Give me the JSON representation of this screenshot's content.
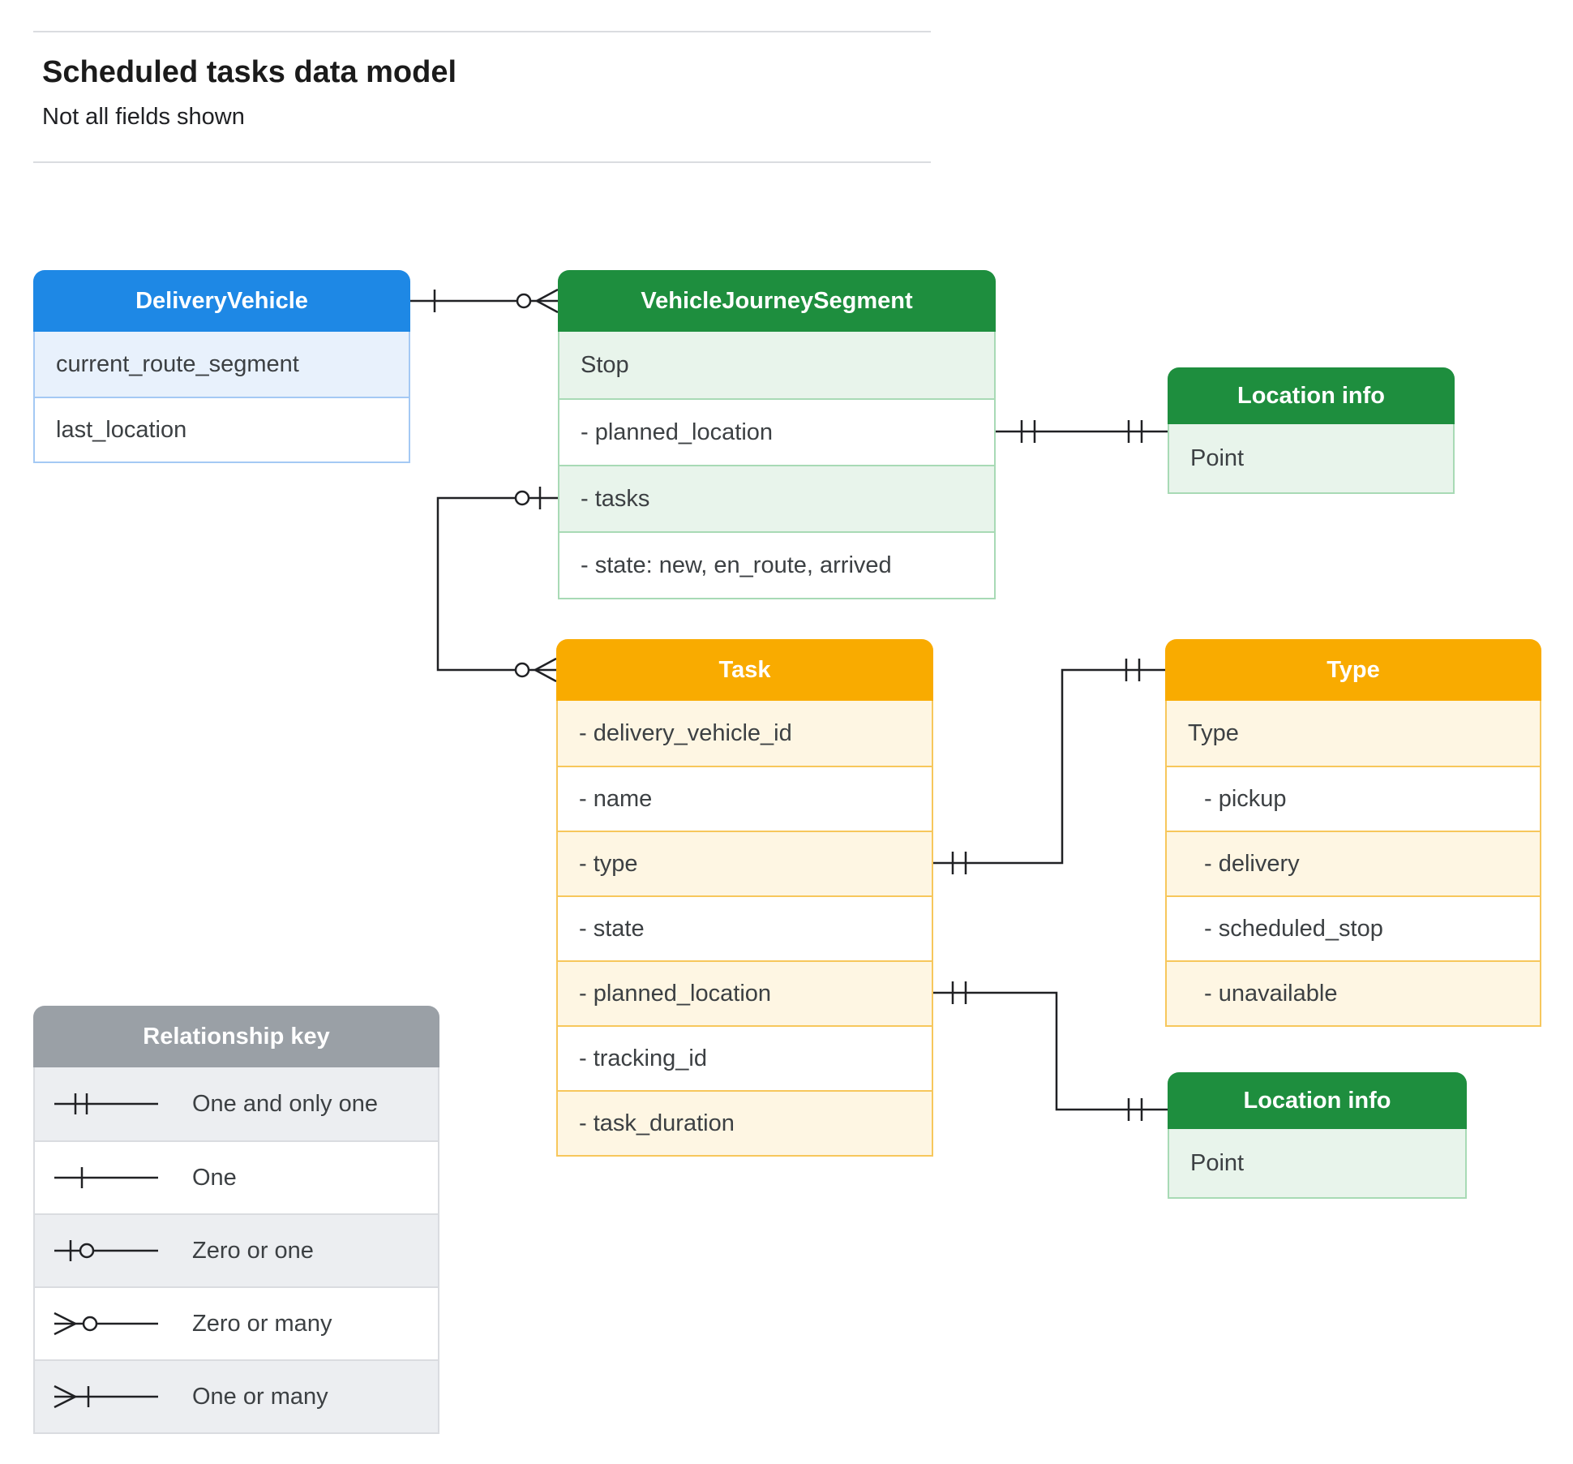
{
  "page": {
    "title": "Scheduled tasks data model",
    "subtitle": "Not all fields shown"
  },
  "entities": {
    "delivery_vehicle": {
      "title": "DeliveryVehicle",
      "fields": [
        "current_route_segment",
        "last_location"
      ]
    },
    "vehicle_journey_segment": {
      "title": "VehicleJourneySegment",
      "fields": [
        "Stop",
        "- planned_location",
        "- tasks",
        "- state: new, en_route, arrived"
      ]
    },
    "location_info_top": {
      "title": "Location info",
      "fields": [
        "Point"
      ]
    },
    "task": {
      "title": "Task",
      "fields": [
        "- delivery_vehicle_id",
        "- name",
        "- type",
        "- state",
        "- planned_location",
        "- tracking_id",
        "- task_duration"
      ]
    },
    "type": {
      "title": "Type",
      "fields": [
        "Type",
        "- pickup",
        "- delivery",
        "- scheduled_stop",
        "- unavailable"
      ]
    },
    "location_info_bottom": {
      "title": "Location info",
      "fields": [
        "Point"
      ]
    }
  },
  "legend": {
    "title": "Relationship key",
    "items": [
      {
        "symbol": "one-and-only-one",
        "label": "One and only one"
      },
      {
        "symbol": "one",
        "label": "One"
      },
      {
        "symbol": "zero-or-one",
        "label": "Zero or one"
      },
      {
        "symbol": "zero-or-many",
        "label": "Zero or many"
      },
      {
        "symbol": "one-or-many",
        "label": "One or many"
      }
    ]
  },
  "relationships": [
    {
      "from": "DeliveryVehicle",
      "to": "VehicleJourneySegment",
      "from_cardinality": "one",
      "to_cardinality": "zero-or-many"
    },
    {
      "from": "VehicleJourneySegment.planned_location",
      "to": "Location info",
      "from_cardinality": "one-and-only-one",
      "to_cardinality": "one-and-only-one"
    },
    {
      "from": "VehicleJourneySegment.tasks",
      "to": "Task",
      "from_cardinality": "zero-or-one",
      "to_cardinality": "zero-or-many"
    },
    {
      "from": "Task.type",
      "to": "Type",
      "from_cardinality": "one-and-only-one",
      "to_cardinality": "one-and-only-one"
    },
    {
      "from": "Task.planned_location",
      "to": "Location info",
      "from_cardinality": "one-and-only-one",
      "to_cardinality": "one-and-only-one"
    }
  ],
  "colors": {
    "blue": "#1E88E5",
    "green": "#1E8E3E",
    "orange": "#F9AB00",
    "gray": "#9AA0A6",
    "blue_tint": "#E8F1FC",
    "green_tint": "#E8F4EB",
    "orange_tint": "#FEF6E3",
    "gray_tint": "#ECEEF1",
    "line": "#202124"
  }
}
